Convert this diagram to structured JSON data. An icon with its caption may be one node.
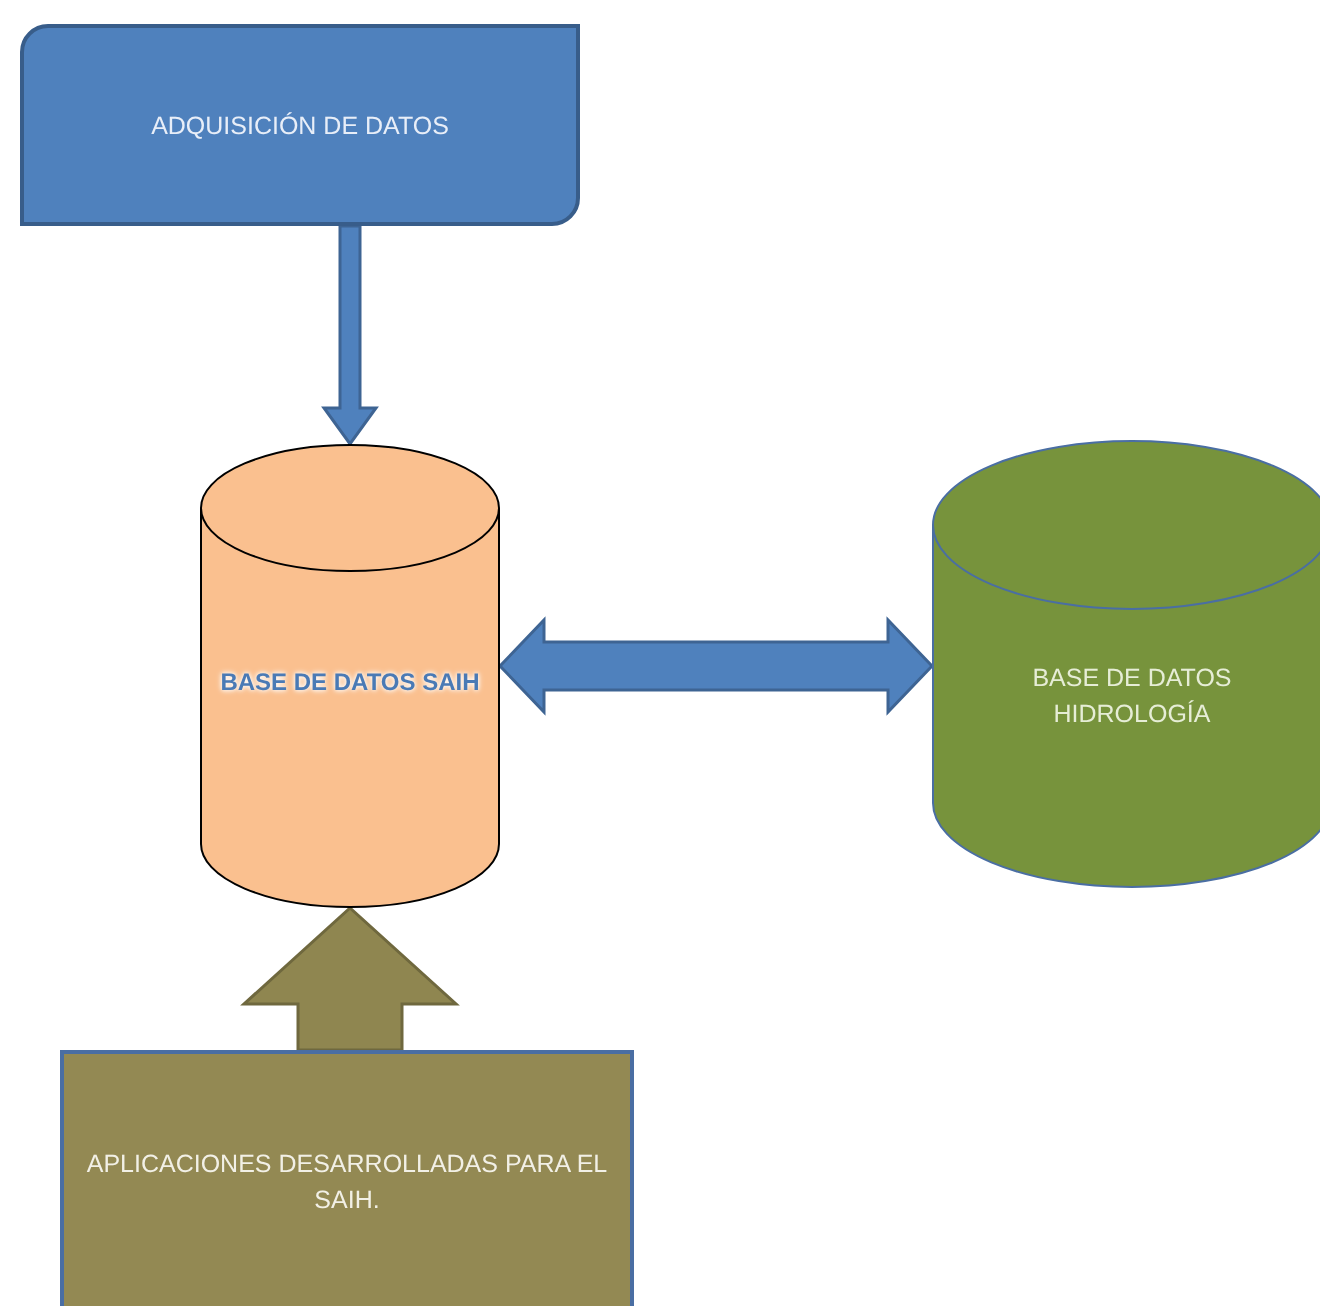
{
  "diagram": {
    "nodes": [
      {
        "text": [
          "ADQUISICIÓN DE DATOS"
        ]
      },
      {
        "text": [
          "BASE DE DATOS SAIH"
        ]
      },
      {
        "text": [
          "BASE DE DATOS HIDROLOGÍA"
        ]
      },
      {
        "text": [
          "APLICACIONES DESARROLLADAS PARA EL SAIH."
        ]
      }
    ],
    "edges": [
      {
        "from": 0,
        "to": 1,
        "arrow": "to"
      },
      {
        "from": 1,
        "to": 2,
        "arrow": "both"
      },
      {
        "from": 3,
        "to": 1,
        "arrow": "to",
        "color": "#8f8650"
      }
    ]
  }
}
